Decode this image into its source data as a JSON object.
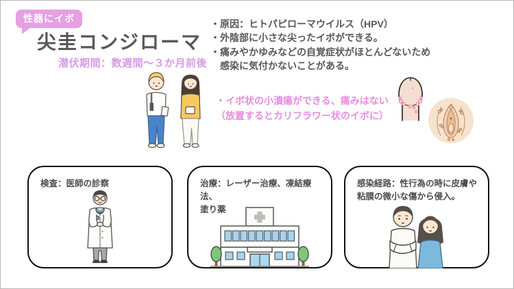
{
  "colors": {
    "badge_bg": "#e79fe4",
    "title_text": "#595757",
    "subtitle_text": "#d79ae8",
    "note_text": "#e78ce0",
    "body_text": "#595757",
    "card_text": "#4f4c4c",
    "card_border": "#111111",
    "frame_border": "#b7b7b7"
  },
  "header": {
    "badge": "性器にイボ",
    "title": "尖圭コンジローマ",
    "subtitle": "潜伏期間：数週間〜３か月前後"
  },
  "facts": [
    "・原因：ヒトパピローマウイルス（HPV）",
    "・外陰部に小さな尖ったイボができる。",
    "・痛みやかゆみなどの自覚症状がほとんどないため",
    "　感染に気付かないことがある。"
  ],
  "symptom_note": [
    "・イボ状の小潰瘍ができる、痛みはない",
    "（放置するとカリフラワー状のイボに）"
  ],
  "cards": [
    {
      "id": "examination",
      "label": "検査：医師の診察",
      "illustration": "doctor-illustration"
    },
    {
      "id": "treatment",
      "label": "治療：レーザー治療、凍結療法、\n塗り薬",
      "illustration": "hospital-illustration"
    },
    {
      "id": "transmission",
      "label": "感染経路：性行為の時に皮膚や\n粘膜の微小な傷から侵入。",
      "illustration": "couple-illustration"
    }
  ],
  "icons": {
    "students_couple": "students-couple-illustration",
    "penis_diagram": "penis-diagram-illustration",
    "vulva_diagram": "vulva-diagram-illustration",
    "doctor": "doctor-illustration",
    "hospital": "hospital-illustration",
    "couple": "couple-illustration"
  }
}
